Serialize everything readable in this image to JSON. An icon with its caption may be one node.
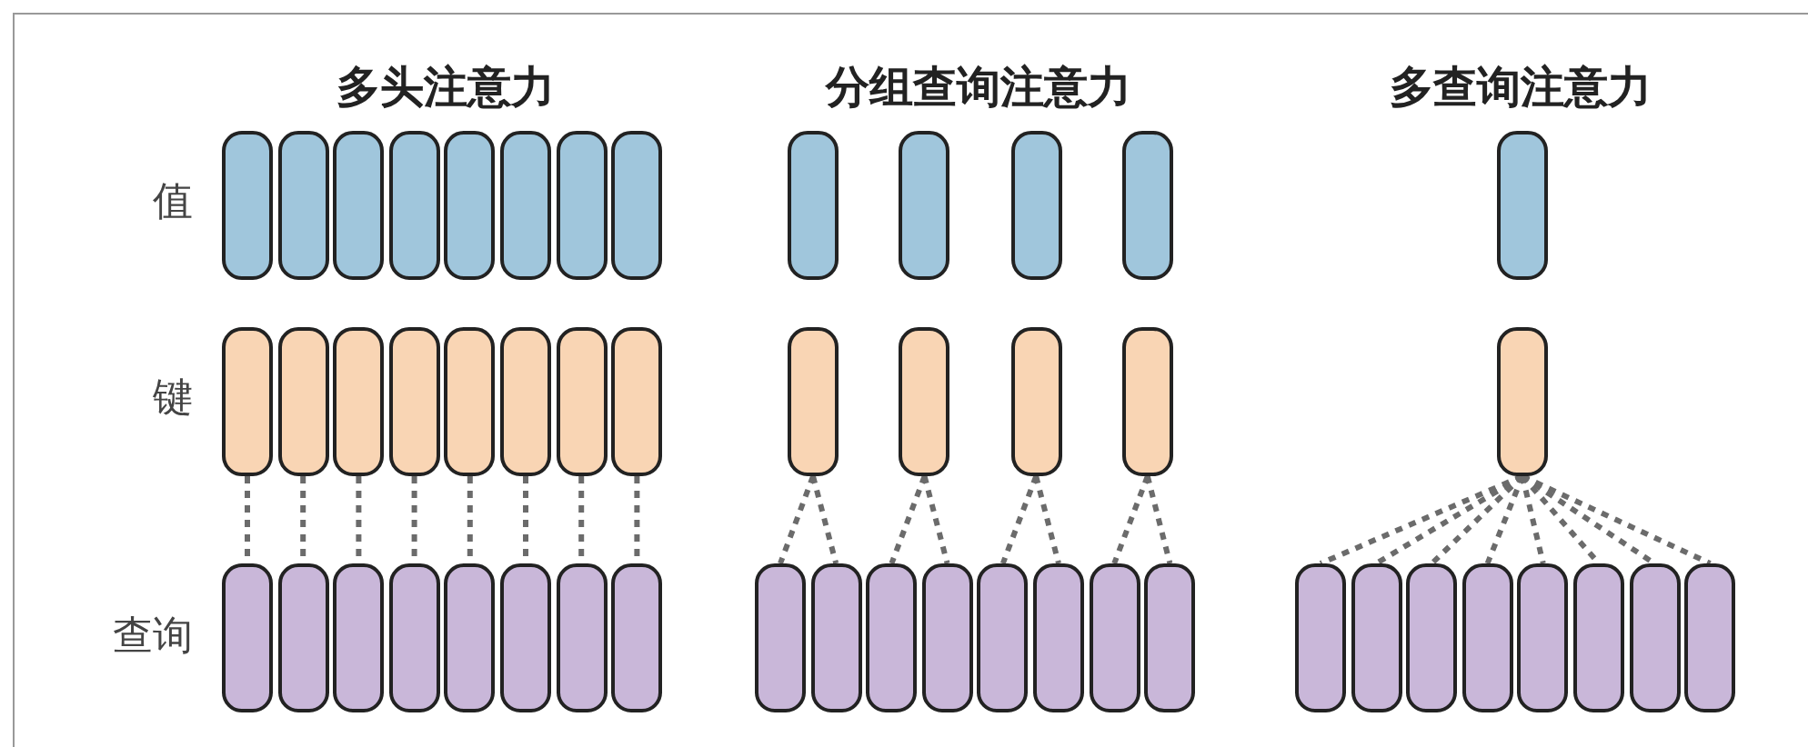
{
  "diagram": {
    "nodes": [
      {
        "text": [],
        "shape": "box"
      },
      {
        "text": [],
        "shape": "box"
      },
      {
        "text": [],
        "shape": "box"
      },
      {
        "text": [],
        "shape": "box"
      },
      {
        "text": [],
        "shape": "box"
      },
      {
        "text": [],
        "shape": "box"
      },
      {
        "text": [],
        "shape": "box"
      },
      {
        "text": [],
        "shape": "box"
      },
      {
        "text": [],
        "shape": "box"
      },
      {
        "text": [],
        "shape": "box"
      },
      {
        "text": [],
        "shape": "box"
      },
      {
        "text": [],
        "shape": "box"
      },
      {
        "text": [],
        "shape": "box"
      },
      {
        "text": [],
        "shape": "box"
      },
      {
        "text": [],
        "shape": "box"
      },
      {
        "text": [],
        "shape": "box"
      },
      {
        "text": [],
        "shape": "box"
      },
      {
        "text": [],
        "shape": "box"
      },
      {
        "text": [],
        "shape": "box"
      },
      {
        "text": [],
        "shape": "box"
      },
      {
        "text": [],
        "shape": "box"
      },
      {
        "text": [],
        "shape": "box"
      },
      {
        "text": [],
        "shape": "box"
      },
      {
        "text": [],
        "shape": "box"
      },
      {
        "text": [],
        "shape": "box"
      },
      {
        "text": [],
        "shape": "box"
      },
      {
        "text": [],
        "shape": "box"
      },
      {
        "text": [],
        "shape": "box"
      },
      {
        "text": [],
        "shape": "box"
      },
      {
        "text": [],
        "shape": "box"
      },
      {
        "text": [],
        "shape": "box"
      },
      {
        "text": [],
        "shape": "box"
      },
      {
        "text": [],
        "shape": "box"
      },
      {
        "text": [],
        "shape": "box"
      },
      {
        "text": [],
        "shape": "box"
      },
      {
        "text": [],
        "shape": "box"
      },
      {
        "text": [],
        "shape": "box"
      },
      {
        "text": [],
        "shape": "box"
      },
      {
        "text": [],
        "shape": "box"
      },
      {
        "text": [],
        "shape": "box"
      },
      {
        "text": [],
        "shape": "box"
      },
      {
        "text": [],
        "shape": "box"
      },
      {
        "text": [],
        "shape": "box"
      },
      {
        "text": [],
        "shape": "box"
      },
      {
        "text": [],
        "shape": "box"
      },
      {
        "text": [],
        "shape": "box"
      },
      {
        "text": [],
        "shape": "box"
      },
      {
        "text": [],
        "shape": "box"
      },
      {
        "text": [],
        "shape": "box"
      },
      {
        "text": [],
        "shape": "box"
      }
    ],
    "edges": [
      {
        "from": 8,
        "to": 16,
        "arrow": "none",
        "style": "dashed"
      },
      {
        "from": 9,
        "to": 17,
        "arrow": "none",
        "style": "dashed"
      },
      {
        "from": 10,
        "to": 18,
        "arrow": "none",
        "style": "dashed"
      },
      {
        "from": 11,
        "to": 19,
        "arrow": "none",
        "style": "dashed"
      },
      {
        "from": 12,
        "to": 20,
        "arrow": "none",
        "style": "dashed"
      },
      {
        "from": 13,
        "to": 21,
        "arrow": "none",
        "style": "dashed"
      },
      {
        "from": 14,
        "to": 22,
        "arrow": "none",
        "style": "dashed"
      },
      {
        "from": 15,
        "to": 23,
        "arrow": "none",
        "style": "dashed"
      },
      {
        "from": 28,
        "to": 32,
        "arrow": "none",
        "style": "dashed"
      },
      {
        "from": 28,
        "to": 33,
        "arrow": "none",
        "style": "dashed"
      },
      {
        "from": 29,
        "to": 34,
        "arrow": "none",
        "style": "dashed"
      },
      {
        "from": 29,
        "to": 35,
        "arrow": "none",
        "style": "dashed"
      },
      {
        "from": 30,
        "to": 36,
        "arrow": "none",
        "style": "dashed"
      },
      {
        "from": 30,
        "to": 37,
        "arrow": "none",
        "style": "dashed"
      },
      {
        "from": 31,
        "to": 38,
        "arrow": "none",
        "style": "dashed"
      },
      {
        "from": 31,
        "to": 39,
        "arrow": "none",
        "style": "dashed"
      },
      {
        "from": 41,
        "to": 42,
        "arrow": "none",
        "style": "dashed"
      },
      {
        "from": 41,
        "to": 43,
        "arrow": "none",
        "style": "dashed"
      },
      {
        "from": 41,
        "to": 44,
        "arrow": "none",
        "style": "dashed"
      },
      {
        "from": 41,
        "to": 45,
        "arrow": "none",
        "style": "dashed"
      },
      {
        "from": 41,
        "to": 46,
        "arrow": "none",
        "style": "dashed"
      },
      {
        "from": 41,
        "to": 47,
        "arrow": "none",
        "style": "dashed"
      },
      {
        "from": 41,
        "to": 48,
        "arrow": "none",
        "style": "dashed"
      },
      {
        "from": 41,
        "to": 49,
        "arrow": "none",
        "style": "dashed"
      }
    ],
    "labels": [
      "多头注意力",
      "分组查询注意力",
      "多查询注意力",
      "值",
      "键",
      "查询"
    ]
  }
}
